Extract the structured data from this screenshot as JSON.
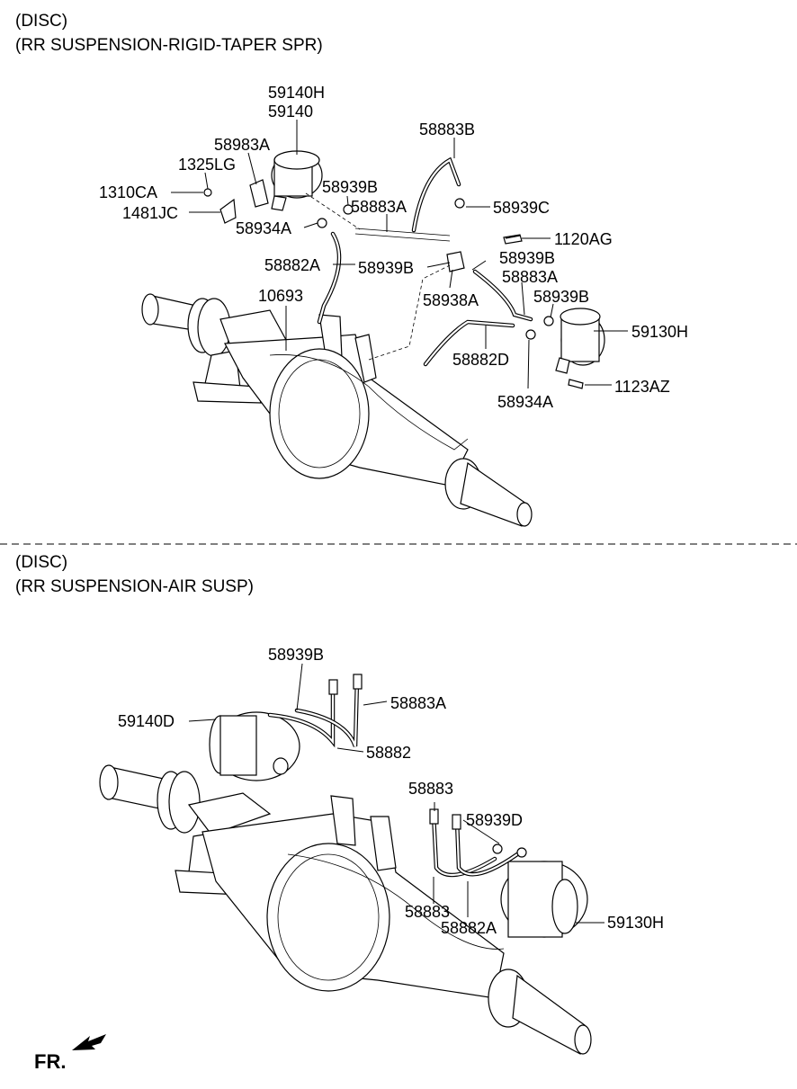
{
  "sections": [
    {
      "header": [
        "(DISC)",
        "(RR SUSPENSION-RIGID-TAPER SPR)"
      ],
      "labels": [
        "59140H",
        "59140",
        "58883B",
        "58983A",
        "1325LG",
        "58939B",
        "1310CA",
        "58883A",
        "1481JC",
        "58939C",
        "58934A",
        "1120AG",
        "58939B",
        "58882A",
        "58939B",
        "58883A",
        "10693",
        "58938A",
        "58939B",
        "59130H",
        "58882D",
        "1123AZ",
        "58934A"
      ]
    },
    {
      "header": [
        "(DISC)",
        "(RR SUSPENSION-AIR SUSP)"
      ],
      "labels": [
        "58939B",
        "58883A",
        "59140D",
        "58882",
        "58883",
        "58939D",
        "58883",
        "58882A",
        "59130H"
      ]
    }
  ],
  "fr_label": "FR."
}
